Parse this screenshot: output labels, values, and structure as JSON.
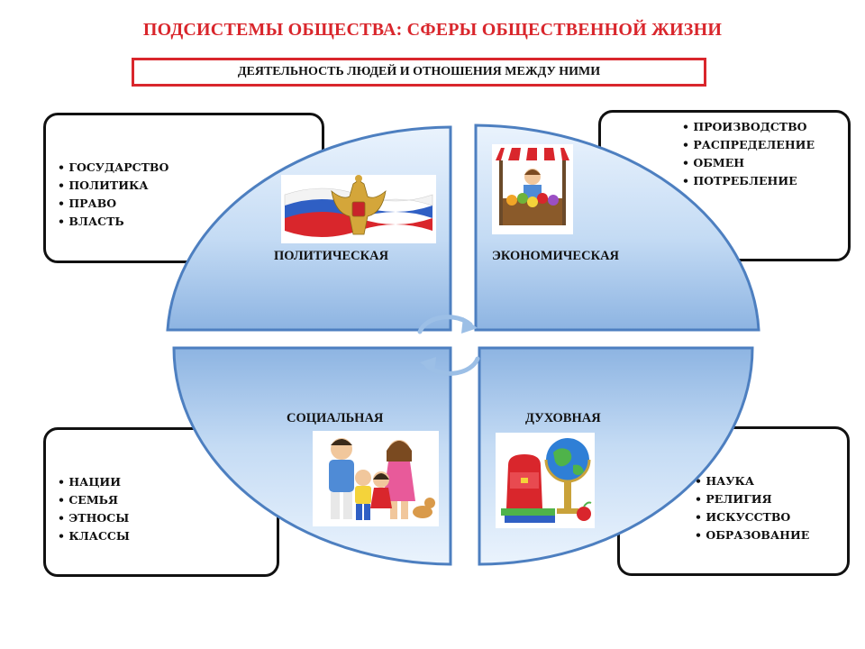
{
  "title": "ПОДСИСТЕМЫ ОБЩЕСТВА: СФЕРЫ ОБЩЕСТВЕННОЙ ЖИЗНИ",
  "subtitle": "ДЕЯТЕЛЬНОСТЬ ЛЮДЕЙ И ОТНОШЕНИЯ МЕЖДУ НИМИ",
  "spheres": {
    "political": {
      "label": "ПОЛИТИЧЕСКАЯ",
      "items": [
        "ГОСУДАРСТВО",
        "ПОЛИТИКА",
        "ПРАВО",
        "ВЛАСТЬ"
      ],
      "icon": "russia-flag-coat-of-arms-icon"
    },
    "economic": {
      "label": "ЭКОНОМИЧЕСКАЯ",
      "items": [
        "ПРОИЗВОДСТВО",
        "РАСПРЕДЕЛЕНИЕ",
        "ОБМЕН",
        "ПОТРЕБЛЕНИЕ"
      ],
      "icon": "market-stall-icon"
    },
    "social": {
      "label": "СОЦИАЛЬНАЯ",
      "items": [
        "НАЦИИ",
        "СЕМЬЯ",
        "ЭТНОСЫ",
        "КЛАССЫ"
      ],
      "icon": "family-icon"
    },
    "spiritual": {
      "label": "ДУХОВНАЯ",
      "items": [
        "НАУКА",
        "РЕЛИГИЯ",
        "ИСКУССТВО",
        "ОБРАЗОВАНИЕ"
      ],
      "icon": "school-globe-icon"
    }
  },
  "colors": {
    "accent": "#d9262c",
    "quadrant_light": "#dfeefc",
    "quadrant_dark": "#8fb7e3",
    "quadrant_edge": "#4d7fc0"
  }
}
